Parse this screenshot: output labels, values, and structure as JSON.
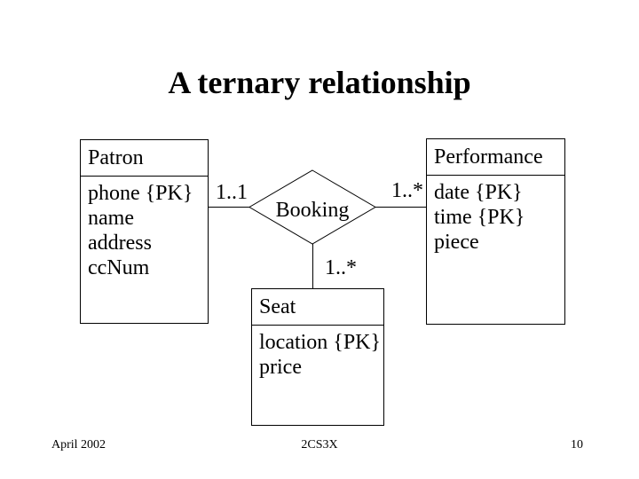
{
  "slide": {
    "title": "A ternary relationship",
    "background_color": "#ffffff",
    "line_color": "#000000",
    "text_color": "#000000"
  },
  "diagram": {
    "entities": [
      {
        "name": "Patron",
        "attributes": [
          "phone {PK}",
          "name",
          "address",
          "ccNum"
        ]
      },
      {
        "name": "Performance",
        "attributes": [
          "date {PK}",
          "time {PK}",
          "piece"
        ]
      },
      {
        "name": "Seat",
        "attributes": [
          "location {PK}",
          "price"
        ]
      }
    ],
    "relationship": {
      "name": "Booking",
      "shape": "diamond"
    },
    "cardinalities": {
      "patron_to_booking": "1..1",
      "booking_to_performance": "1..*",
      "booking_to_seat": "1..*"
    }
  },
  "footer": {
    "date": "April 2002",
    "course_code": "2CS3X",
    "slide_number": "10"
  }
}
